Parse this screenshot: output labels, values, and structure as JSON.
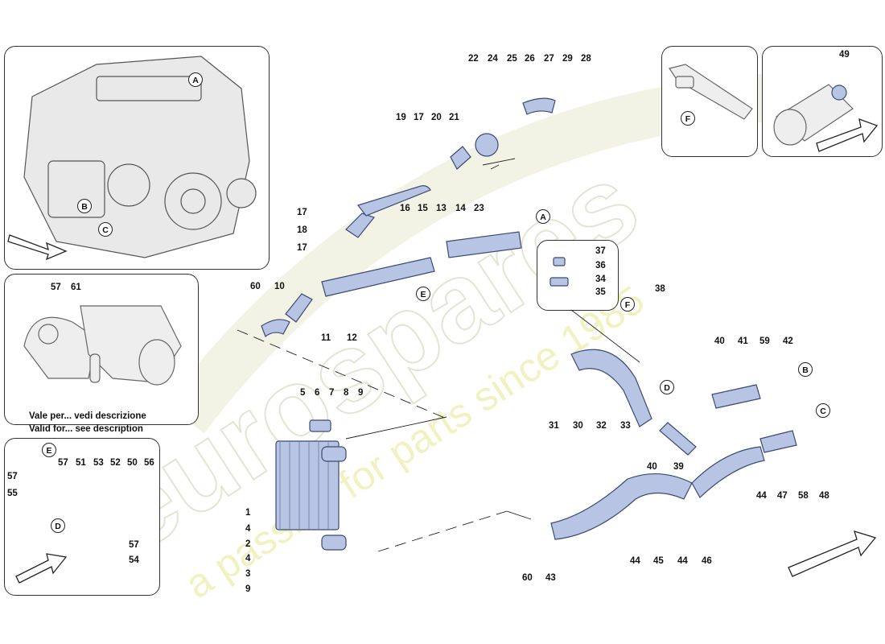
{
  "caption": {
    "line1": "Vale per... vedi descrizione",
    "line2": "Valid for... see description"
  },
  "watermark": {
    "brand": "eurospares",
    "tagline": "a passion for parts since 1985",
    "color": "#e8e8c0"
  },
  "colors": {
    "part_fill": "#b7c4e4",
    "part_stroke": "#3a4a72",
    "line": "#222222",
    "panel_border": "#333333"
  },
  "callouts": {
    "A": "A",
    "B": "B",
    "C": "C",
    "D": "D",
    "E": "E",
    "F": "F"
  },
  "part_numbers": [
    "1",
    "2",
    "3",
    "4",
    "5",
    "6",
    "7",
    "8",
    "9",
    "10",
    "11",
    "12",
    "13",
    "14",
    "15",
    "16",
    "17",
    "18",
    "19",
    "20",
    "21",
    "22",
    "23",
    "24",
    "25",
    "26",
    "27",
    "28",
    "29",
    "30",
    "31",
    "32",
    "33",
    "34",
    "35",
    "36",
    "37",
    "38",
    "39",
    "40",
    "41",
    "42",
    "43",
    "44",
    "45",
    "46",
    "47",
    "48",
    "49",
    "50",
    "51",
    "52",
    "53",
    "54",
    "55",
    "56",
    "57",
    "58",
    "59",
    "60",
    "61"
  ]
}
